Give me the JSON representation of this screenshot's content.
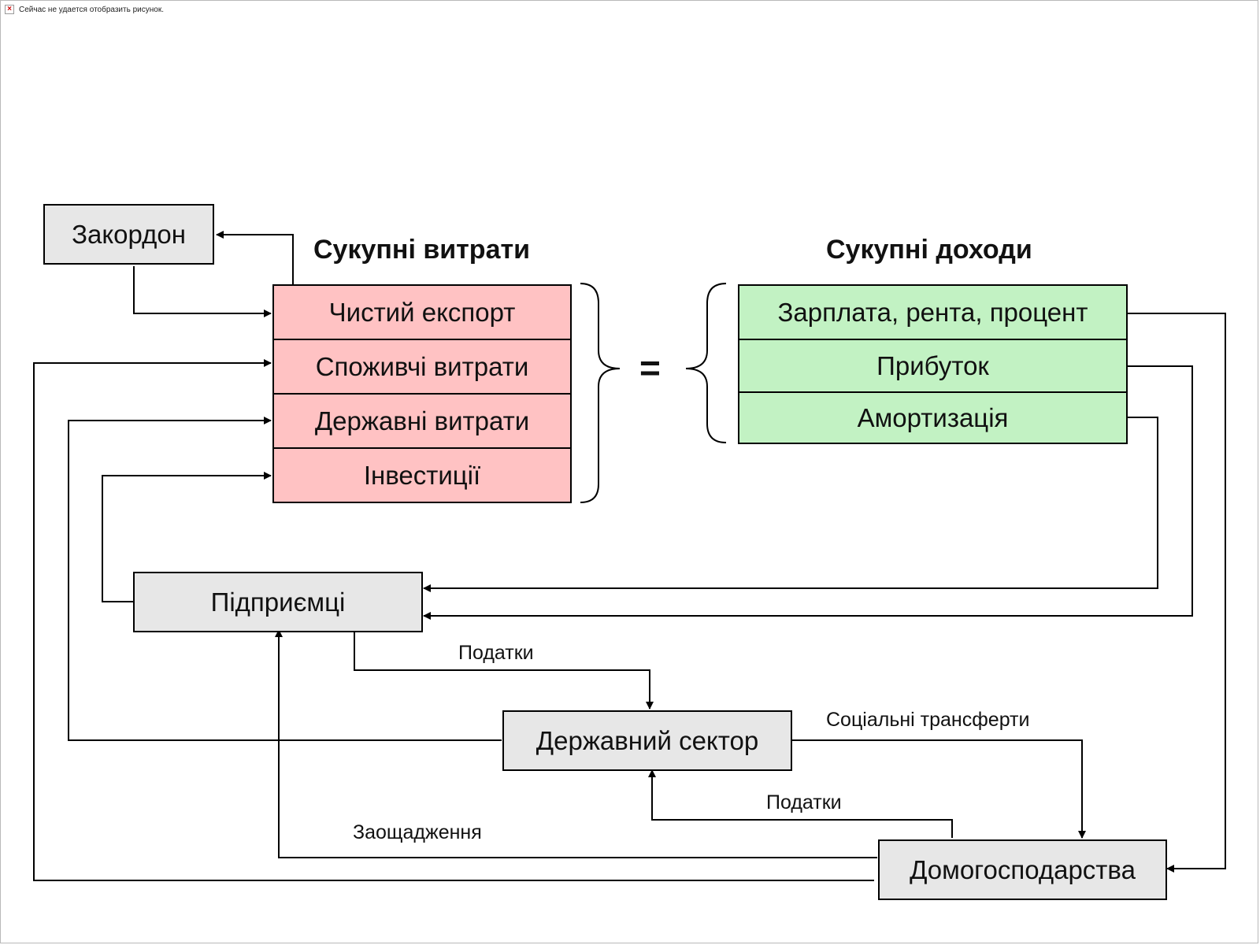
{
  "placeholder_notice": {
    "icon": "broken-image-icon",
    "text": "Сейчас не удается отобразить рисунок."
  },
  "headings": {
    "expenditures": "Сукупні витрати",
    "incomes": "Сукупні доходи"
  },
  "expenditures": [
    "Чистий експорт",
    "Споживчі витрати",
    "Державні витрати",
    "Інвестиції"
  ],
  "incomes": [
    "Зарплата, рента, процент",
    "Прибуток",
    "Амортизація"
  ],
  "equals_sign": "=",
  "actors": {
    "abroad": "Закордон",
    "entrepreneurs": "Підприємці",
    "government": "Державний сектор",
    "households": "Домогосподарства"
  },
  "flows": {
    "taxes_business": "Податки",
    "social_transfers": "Соціальні трансферти",
    "taxes_households": "Податки",
    "savings": "Заощадження"
  },
  "colors": {
    "expenditures_fill": "#ffc2c3",
    "incomes_fill": "#c2f2c3",
    "actor_fill": "#e7e7e7"
  }
}
